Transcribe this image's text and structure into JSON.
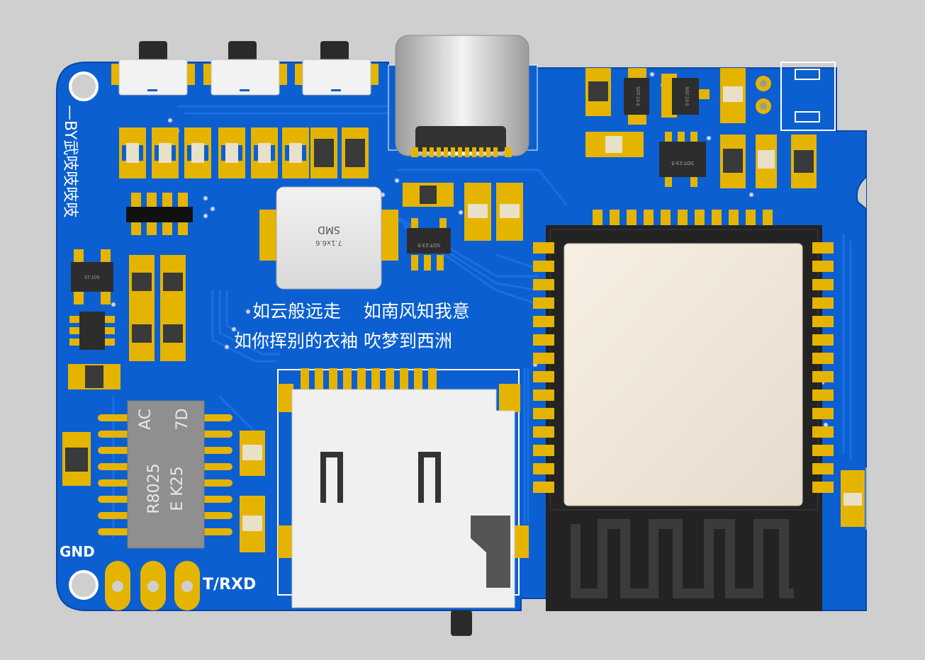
{
  "board": {
    "silk_text": {
      "poem_line1": "如云般远走    如南风知我意",
      "poem_line2": "如你挥别的衣袖 吹梦到西洲",
      "author_vertical": "—BY武吱吱吱吱"
    },
    "pins": {
      "gnd": "GND",
      "txrx": "T/RXD"
    },
    "rtc_chip": {
      "col1": "R8025",
      "col2": "E K25",
      "col3a": "AC",
      "col3b": "7D"
    },
    "inductor": {
      "label": "SMD",
      "size": "7.1x6.6"
    },
    "sot_labels": {
      "u1": "SOT-23-5",
      "u2": "SOT-23-5",
      "u3": "SOT-23-5",
      "u4": "SOT-23-5",
      "u5": "SOT-23"
    }
  },
  "colors": {
    "board_blue": "#0b5fd0",
    "pad_gold": "#e5b400",
    "background": "#cfcfcf"
  }
}
